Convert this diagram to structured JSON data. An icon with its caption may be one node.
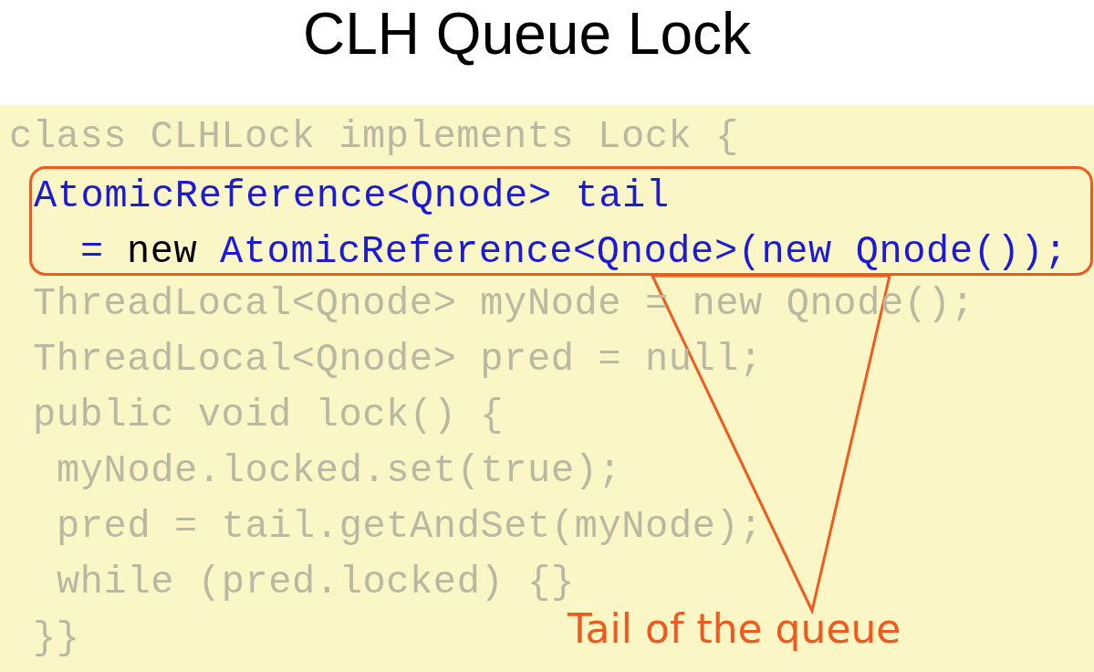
{
  "diagram": {
    "title": "CLH Queue Lock",
    "nodes": [
      {
        "text": [
          "AtomicReference<Qnode> tail",
          "=",
          "new",
          "AtomicReference<Qnode>(new Qnode());"
        ]
      },
      {
        "text": [
          "Tail of the queue"
        ]
      }
    ],
    "edges": [
      {
        "from": 1,
        "to": 0,
        "arrow": "none"
      }
    ],
    "labels": [
      "class CLHLock implements Lock {",
      "ThreadLocal<Qnode> myNode = new Qnode();",
      "ThreadLocal<Qnode> pred = null;",
      "public void lock() {",
      "myNode.locked.set(true);",
      "pred = tail.getAndSet(myNode);",
      "while (pred.locked) {}",
      "}}"
    ]
  }
}
